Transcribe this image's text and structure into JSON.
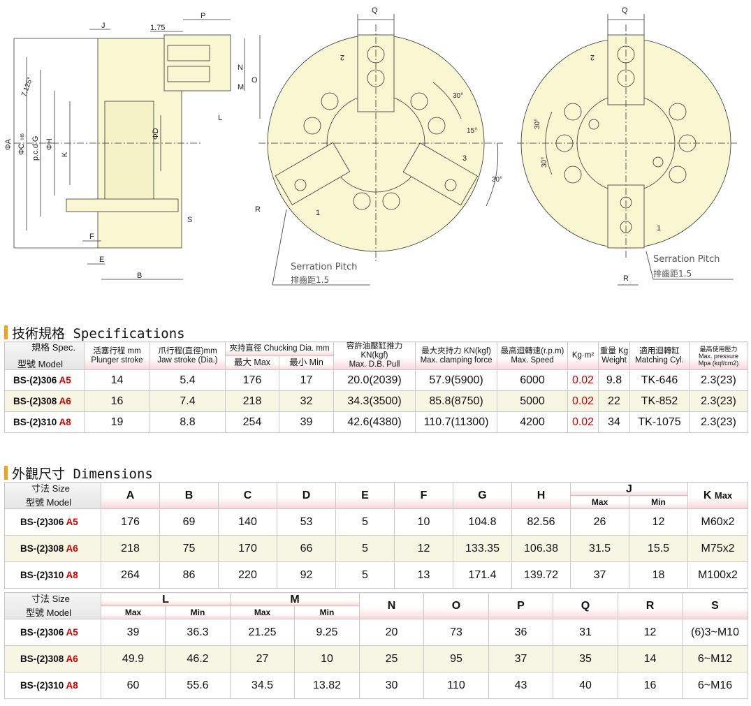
{
  "drawing": {
    "side_labels": {
      "J": "J",
      "p175": "1.75",
      "P": "P",
      "A": "ΦA",
      "C": "ΦC",
      "C_sub": "H6",
      "G": "p.c.d G",
      "H": "ΦH",
      "K": "K",
      "D": "ΦD",
      "deg": "7.125°",
      "N": "N",
      "O": "O",
      "M": "M",
      "L": "L",
      "F": "F",
      "E": "E",
      "B": "B",
      "S": "S"
    },
    "front_labels": {
      "Q": "Q",
      "R": "R",
      "j2": "2",
      "j3": "3",
      "j1": "1",
      "a30a": "30°",
      "a15": "15°",
      "a30b": "30°"
    },
    "back_labels": {
      "Q": "Q",
      "R": "R",
      "j2": "2",
      "j1": "1",
      "a30a": "30°",
      "a30b": "30°"
    },
    "serration_en": "Serration Pitch",
    "serration_zh": "排齒距1.5"
  },
  "specifications": {
    "title": "技術規格 Specifications",
    "corner_spec": "規格 Spec.",
    "corner_model": "型號 Model",
    "headers": {
      "plunger_zh": "活塞行程 mm",
      "plunger_en": "Plunger stroke",
      "jaw_zh": "爪行程(直徑)mm",
      "jaw_en": "Jaw stroke (Dia.)",
      "chuck_zh": "夾持直徑 Chucking Dia. mm",
      "chuck_max": "最大 Max",
      "chuck_min": "最小 Min",
      "pull_zh": "容許油壓缸推力 KN(kgf)",
      "pull_en": "Max. D.B. Pull",
      "force_zh": "最大夾持力 KN(kgf)",
      "force_en": "Max. clamping force",
      "speed_zh": "最高迴轉速(r.p.m)",
      "speed_en": "Max. Speed",
      "inertia": "Kg·m²",
      "weight_zh": "重量 Kg",
      "weight_en": "Weight",
      "cyl_zh": "適用迴轉缸",
      "cyl_en": "Matching Cyl.",
      "pres_zh": "最高使用壓力",
      "pres_en1": "Max. pressure",
      "pres_en2": "Mpa (kqf/cm2)"
    },
    "rows": [
      {
        "model": "BS-(2)306",
        "code": "A5",
        "plunger": "14",
        "jaw": "5.4",
        "max": "176",
        "min": "17",
        "pull": "20.0(2039)",
        "force": "57.9(5900)",
        "speed": "6000",
        "inertia": "0.02",
        "weight": "9.8",
        "cyl": "TK-646",
        "pressure": "2.3(23)"
      },
      {
        "model": "BS-(2)308",
        "code": "A6",
        "plunger": "16",
        "jaw": "7.4",
        "max": "218",
        "min": "32",
        "pull": "34.3(3500)",
        "force": "85.8(8750)",
        "speed": "5000",
        "inertia": "0.02",
        "weight": "22",
        "cyl": "TK-852",
        "pressure": "2.3(23)"
      },
      {
        "model": "BS-(2)310",
        "code": "A8",
        "plunger": "19",
        "jaw": "8.8",
        "max": "254",
        "min": "39",
        "pull": "42.6(4380)",
        "force": "110.7(11300)",
        "speed": "4200",
        "inertia": "0.02",
        "weight": "34",
        "cyl": "TK-1075",
        "pressure": "2.3(23)"
      }
    ]
  },
  "dimensions": {
    "title": "外觀尺寸 Dimensions",
    "corner_size": "寸法 Size",
    "corner_model": "型號 Model",
    "table1": {
      "headers": {
        "A": "A",
        "B": "B",
        "C": "C",
        "D": "D",
        "E": "E",
        "F": "F",
        "G": "G",
        "H": "H",
        "J": "J",
        "J_max": "Max",
        "J_min": "Min",
        "K": "K",
        "K_sub": "Max"
      },
      "rows": [
        {
          "model": "BS-(2)306",
          "code": "A5",
          "A": "176",
          "B": "69",
          "C": "140",
          "D": "53",
          "E": "5",
          "F": "10",
          "G": "104.8",
          "H": "82.56",
          "Jmax": "26",
          "Jmin": "12",
          "K": "M60x2"
        },
        {
          "model": "BS-(2)308",
          "code": "A6",
          "A": "218",
          "B": "75",
          "C": "170",
          "D": "66",
          "E": "5",
          "F": "12",
          "G": "133.35",
          "H": "106.38",
          "Jmax": "31.5",
          "Jmin": "15.5",
          "K": "M75x2"
        },
        {
          "model": "BS-(2)310",
          "code": "A8",
          "A": "264",
          "B": "86",
          "C": "220",
          "D": "92",
          "E": "5",
          "F": "13",
          "G": "171.4",
          "H": "139.72",
          "Jmax": "37",
          "Jmin": "18",
          "K": "M100x2"
        }
      ]
    },
    "table2": {
      "headers": {
        "L": "L",
        "L_max": "Max",
        "L_min": "Min",
        "M": "M",
        "M_max": "Max",
        "M_min": "Min",
        "N": "N",
        "O": "O",
        "P": "P",
        "Q": "Q",
        "R": "R",
        "S": "S"
      },
      "rows": [
        {
          "model": "BS-(2)306",
          "code": "A5",
          "Lmax": "39",
          "Lmin": "36.3",
          "Mmax": "21.25",
          "Mmin": "9.25",
          "N": "20",
          "O": "73",
          "P": "36",
          "Q": "31",
          "R": "12",
          "S": "(6)3~M10"
        },
        {
          "model": "BS-(2)308",
          "code": "A6",
          "Lmax": "49.9",
          "Lmin": "46.2",
          "Mmax": "27",
          "Mmin": "10",
          "N": "25",
          "O": "95",
          "P": "37",
          "Q": "35",
          "R": "14",
          "S": "6~M12"
        },
        {
          "model": "BS-(2)310",
          "code": "A8",
          "Lmax": "60",
          "Lmin": "55.6",
          "Mmax": "34.5",
          "Mmin": "13.82",
          "N": "30",
          "O": "110",
          "P": "43",
          "Q": "40",
          "R": "16",
          "S": "6~M16"
        }
      ]
    }
  }
}
